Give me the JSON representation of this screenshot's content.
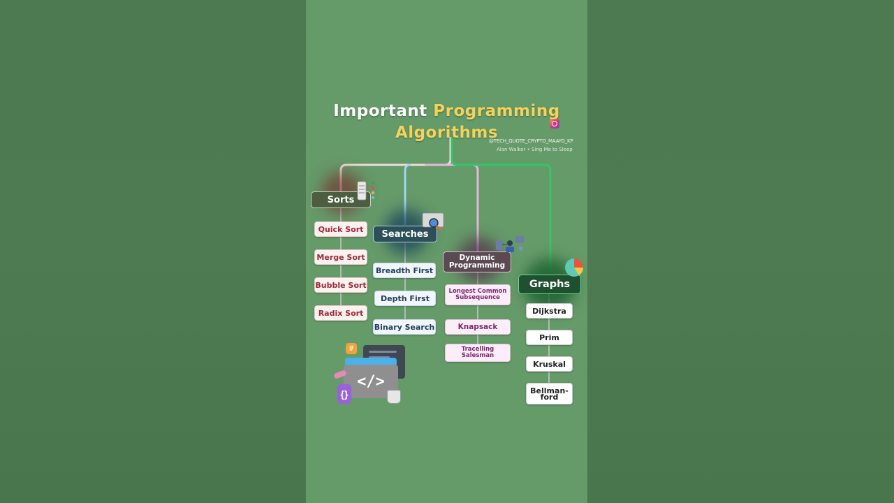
{
  "title": {
    "word_important": "Important",
    "word_programming": "Programming",
    "line2": "Algorithms"
  },
  "watermark": {
    "handle": "@TECH_QUOTE_CRYPTO_MAAYO_KP",
    "music": "Alan Walker • Sing Me to Sleep"
  },
  "colors": {
    "background_panel": "#659a69",
    "title_highlight": "#f3d35b",
    "sorts_line": "#f3d9d9",
    "searches_line": "#9fd6f2",
    "dp_line": "#e8b5e0",
    "graphs_line": "#2fc76a"
  },
  "categories": {
    "sorts": {
      "label": "Sorts",
      "icon": "server-rack-icon",
      "items": [
        "Quick Sort",
        "Merge Sort",
        "Bubble Sort",
        "Radix Sort"
      ]
    },
    "searches": {
      "label": "Searches",
      "icon": "magnifier-icon",
      "items": [
        "Breadth First",
        "Depth First",
        "Binary Search"
      ]
    },
    "dp": {
      "label": "Dynamic Programming",
      "icon": "network-people-icon",
      "items": [
        "Longest Common Subsequence",
        "Knapsack",
        "Tracelling Salesman"
      ]
    },
    "graphs": {
      "label": "Graphs",
      "icon": "pie-chart-icon",
      "items": [
        "Dijkstra",
        "Prim",
        "Kruskal",
        "Bellman-ford"
      ]
    }
  },
  "decoration": {
    "icon": "code-window-icon",
    "code_symbol": "</>",
    "braces_symbol": "{}",
    "hash_symbol": "#"
  }
}
